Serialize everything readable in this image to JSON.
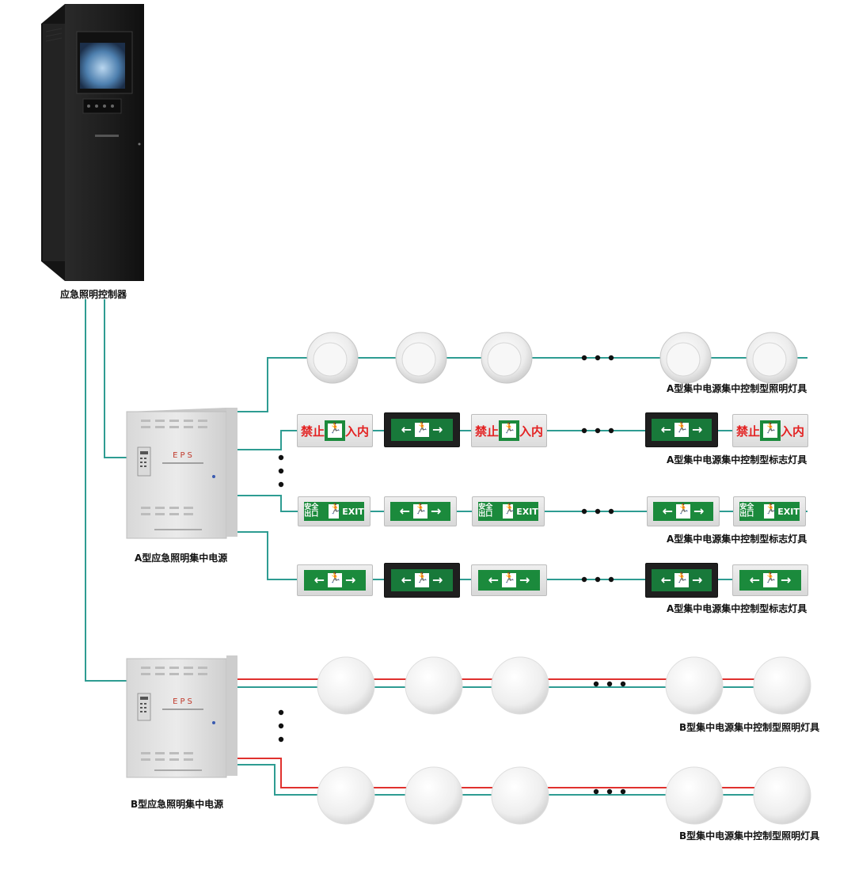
{
  "labels": {
    "controller": "应急照明控制器",
    "supply_a": "A型应急照明集中电源",
    "supply_b": "B型应急照明集中电源",
    "row1": "A型集中电源集中控制型照明灯具",
    "row2": "A型集中电源集中控制型标志灯具",
    "row3": "A型集中电源集中控制型标志灯具",
    "row4": "A型集中电源集中控制型标志灯具",
    "row5": "B型集中电源集中控制型照明灯具",
    "row6": "B型集中电源集中控制型照明灯具"
  },
  "device_text": {
    "eps_logo": "EPS",
    "no_entry_left": "禁止",
    "no_entry_right": "入内",
    "safe_exit": "安全出口",
    "exit": "EXIT"
  },
  "colors": {
    "wire_teal": "#2e9c92",
    "wire_red": "#e0312e",
    "sign_green": "#1b8a3c",
    "cabinet_black": "#1c1c1c",
    "box_grey": "#e4e4e4"
  }
}
